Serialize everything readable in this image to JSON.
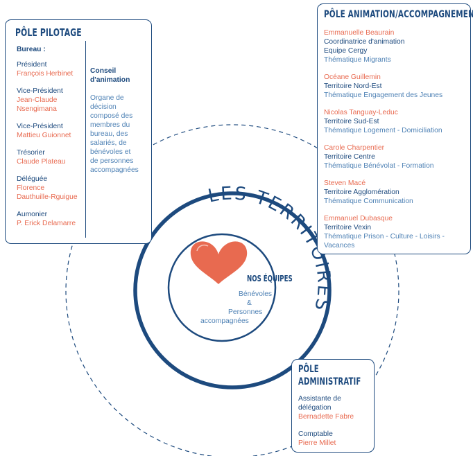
{
  "curved_title": "LES TERRITOIRES",
  "center": {
    "heading": "NOS ÉQUIPES",
    "line1": "Bénévoles",
    "line2": "&",
    "line3": "Personnes",
    "line4": "accompagnées",
    "heart_color": "#e86a50"
  },
  "pilotage": {
    "title": "PÔLE PILOTAGE",
    "bureau_label": "Bureau :",
    "members": [
      {
        "role": "Président",
        "name": [
          "François Herbinet"
        ]
      },
      {
        "role": "Vice-Président",
        "name": [
          "Jean-Claude",
          "Nsengimana"
        ]
      },
      {
        "role": "Vice-Président",
        "name": [
          "Mattieu Guionnet"
        ]
      },
      {
        "role": "Trésorier",
        "name": [
          "Claude Plateau"
        ]
      },
      {
        "role": "Déléguée",
        "name": [
          "Florence",
          "Dauthuille-Rguigue"
        ]
      },
      {
        "role": "Aumonier",
        "name": [
          "P. Erick Delamarre"
        ]
      }
    ],
    "conseil_title": [
      "Conseil",
      "d'animation"
    ],
    "conseil_desc": [
      "Organe de",
      "décision",
      "composé des",
      "membres du",
      "bureau, des",
      "salariés, de",
      "bénévoles et",
      "de personnes",
      "accompagnées"
    ]
  },
  "animation": {
    "title": "PÔLE ANIMATION/ACCOMPAGNEMENT",
    "entries": [
      {
        "name": "Emmanuelle Beaurain",
        "lines": [
          "Coordinatrice d'animation",
          "Equipe Cergy"
        ],
        "theme": [
          "Thématique Migrants"
        ]
      },
      {
        "name": "Océane Guillemin",
        "lines": [
          "Territoire Nord-Est"
        ],
        "theme": [
          "Thématique Engagement des Jeunes"
        ]
      },
      {
        "name": "Nicolas Tanguay-Leduc",
        "lines": [
          "Territoire Sud-Est"
        ],
        "theme": [
          "Thématique Logement - Domiciliation"
        ]
      },
      {
        "name": "Carole Charpentier",
        "lines": [
          "Territoire Centre"
        ],
        "theme": [
          "Thématique Bénévolat - Formation"
        ]
      },
      {
        "name": "Steven Macé",
        "lines": [
          "Territoire Agglomération"
        ],
        "theme": [
          "Thématique Communication"
        ]
      },
      {
        "name": "Emmanuel Dubasque",
        "lines": [
          "Territoire Vexin"
        ],
        "theme": [
          "Thématique Prison - Culture - Loisirs -",
          "Vacances"
        ]
      }
    ]
  },
  "administratif": {
    "title": [
      "PÔLE",
      "ADMINISTRATIF"
    ],
    "entries": [
      {
        "role": [
          "Assistante de",
          "délégation"
        ],
        "name": "Bernadette Fabre"
      },
      {
        "role": [
          "Comptable"
        ],
        "name": "Pierre Millet"
      }
    ]
  },
  "colors": {
    "navy": "#1d4a7e",
    "coral": "#e86a50",
    "light_blue": "#4f82b5"
  }
}
